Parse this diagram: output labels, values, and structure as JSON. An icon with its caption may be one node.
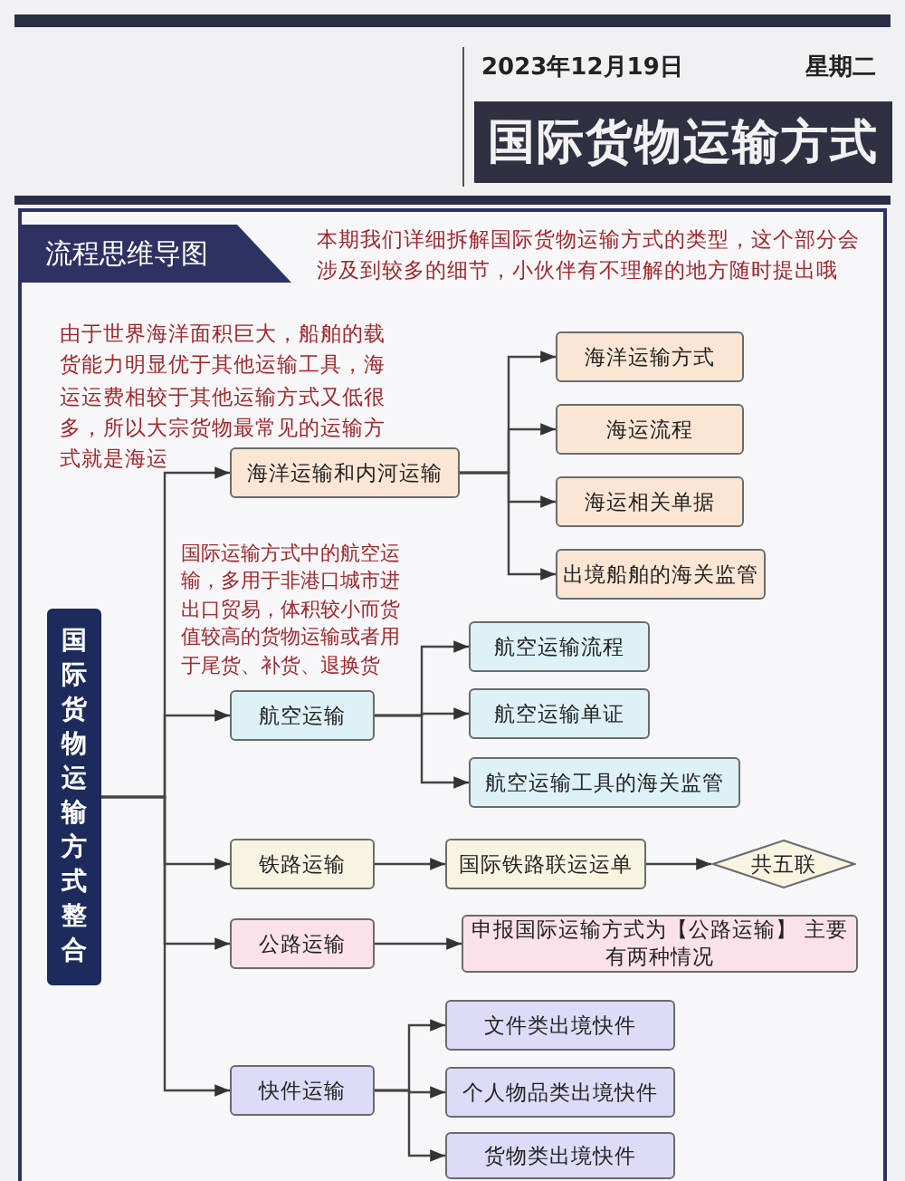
{
  "diagram": {
    "title": "国际货物运输方式",
    "nodes": [
      {
        "text": [
          "国际货物运输方式整合"
        ]
      },
      {
        "text": [
          "海洋运输和内河运输"
        ],
        "beside": [
          "由于世界海洋面积巨大，船舶的载货能力明显优于其他运输工具，海运运费相较于其他运输方式又低很多，所以大宗货物最常见的运输方式就是海运"
        ]
      },
      {
        "text": [
          "海洋运输方式"
        ]
      },
      {
        "text": [
          "海运流程"
        ]
      },
      {
        "text": [
          "海运相关单据"
        ]
      },
      {
        "text": [
          "出境船舶的海关监管"
        ]
      },
      {
        "text": [
          "航空运输"
        ],
        "beside": [
          "国际运输方式中的航空运输，多用于非港口城市进出口贸易，体积较小而货值较高的货物运输或者用于尾货、补货、退换货"
        ]
      },
      {
        "text": [
          "航空运输流程"
        ]
      },
      {
        "text": [
          "航空运输单证"
        ]
      },
      {
        "text": [
          "航空运输工具的海关监管"
        ]
      },
      {
        "text": [
          "铁路运输"
        ]
      },
      {
        "text": [
          "国际铁路联运运单"
        ]
      },
      {
        "text": [
          "共五联"
        ]
      },
      {
        "text": [
          "公路运输"
        ]
      },
      {
        "text": [
          "申报国际运输方式为【公路运输】 主要有两种情况"
        ]
      },
      {
        "text": [
          "快件运输"
        ]
      },
      {
        "text": [
          "文件类出境快件"
        ]
      },
      {
        "text": [
          "个人物品类出境快件"
        ]
      },
      {
        "text": [
          "货物类出境快件"
        ]
      }
    ],
    "edges": [
      {
        "from": 0,
        "to": 1,
        "arrow": "to"
      },
      {
        "from": 0,
        "to": 6,
        "arrow": "to"
      },
      {
        "from": 0,
        "to": 10,
        "arrow": "to"
      },
      {
        "from": 0,
        "to": 13,
        "arrow": "to"
      },
      {
        "from": 0,
        "to": 15,
        "arrow": "to"
      },
      {
        "from": 1,
        "to": 2,
        "arrow": "to"
      },
      {
        "from": 1,
        "to": 3,
        "arrow": "to"
      },
      {
        "from": 1,
        "to": 4,
        "arrow": "to"
      },
      {
        "from": 1,
        "to": 5,
        "arrow": "to"
      },
      {
        "from": 6,
        "to": 7,
        "arrow": "to"
      },
      {
        "from": 6,
        "to": 8,
        "arrow": "to"
      },
      {
        "from": 6,
        "to": 9,
        "arrow": "to"
      },
      {
        "from": 10,
        "to": 11,
        "arrow": "to"
      },
      {
        "from": 11,
        "to": 12,
        "arrow": "to"
      },
      {
        "from": 13,
        "to": 14,
        "arrow": "to"
      },
      {
        "from": 15,
        "to": 16,
        "arrow": "to"
      },
      {
        "from": 15,
        "to": 17,
        "arrow": "to"
      },
      {
        "from": 15,
        "to": 18,
        "arrow": "to"
      }
    ],
    "labels": [
      "2023年12月19日",
      "星期二",
      "流程思维导图",
      "本期我们详细拆解国际货物运输方式的类型，这个部分会涉及到较多的细节，小伙伴有不理解的地方随时提出哦"
    ]
  }
}
